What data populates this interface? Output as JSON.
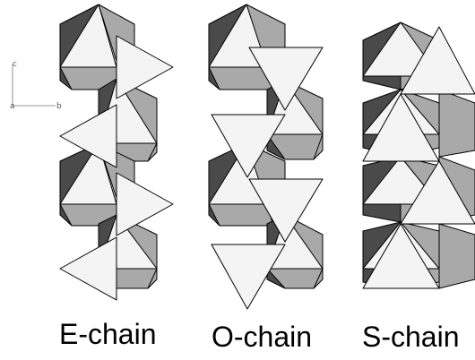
{
  "labels": {
    "e_chain": "E-chain",
    "o_chain": "O-chain",
    "s_chain": "S-chain"
  },
  "axes": {
    "c": "c",
    "a": "a",
    "b": "b"
  },
  "colors": {
    "light": "#f4f4f4",
    "mid": "#a9a9a9",
    "dark": "#4a4a4a",
    "stroke": "#000000"
  }
}
